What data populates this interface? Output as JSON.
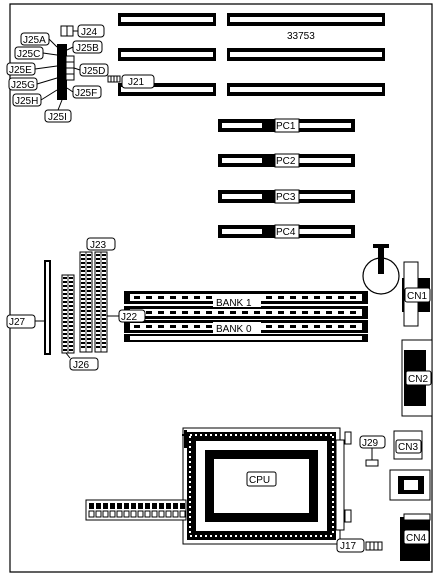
{
  "board_code": "33753",
  "slots_isa": [
    "",
    "",
    "",
    "",
    "",
    ""
  ],
  "pci_slots": [
    "PC1",
    "PC2",
    "PC3",
    "PC4"
  ],
  "banks": [
    "BANK 1",
    "BANK 0"
  ],
  "cpu_label": "CPU",
  "connectors": {
    "j24": "J24",
    "j25a": "J25A",
    "j25b": "J25B",
    "j25c": "J25C",
    "j25d": "J25D",
    "j25e": "J25E",
    "j25f": "J25F",
    "j25g": "J25G",
    "j25h": "J25H",
    "j25i": "J25I",
    "j21": "J21",
    "j22": "J22",
    "j23": "J23",
    "j26": "J26",
    "j27": "J27",
    "j29": "J29",
    "j17": "J17",
    "cn1": "CN1",
    "cn2": "CN2",
    "cn3": "CN3",
    "cn4": "CN4"
  }
}
